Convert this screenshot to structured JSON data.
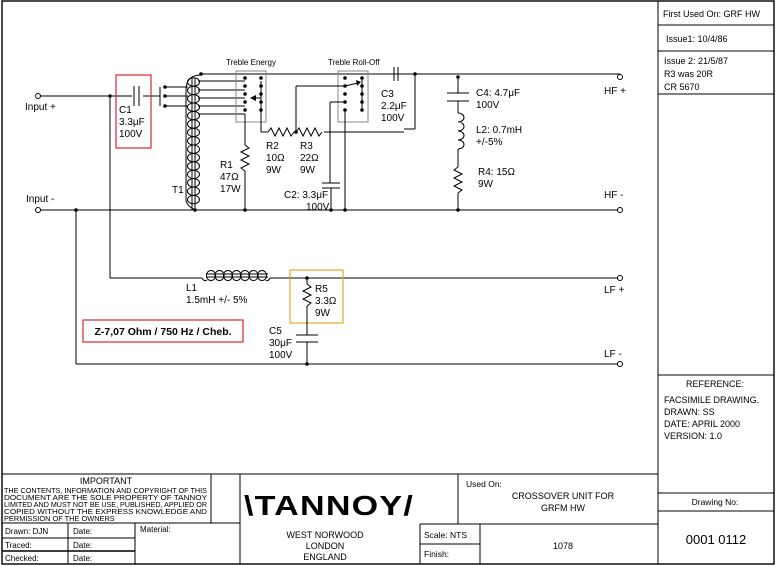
{
  "colors": {
    "highlight_red": "#d42a2a",
    "highlight_orange": "#e8a628",
    "switch_box": "#888888",
    "ink": "#000000"
  },
  "terminals": {
    "input_plus": "Input +",
    "input_minus": "Input -",
    "hf_plus": "HF +",
    "hf_minus": "HF -",
    "lf_plus": "LF +",
    "lf_minus": "LF -"
  },
  "switches": {
    "treble_energy": "Treble Energy",
    "treble_rolloff": "Treble Roll-Off"
  },
  "components": {
    "c1": [
      "C1",
      "3.3μF",
      "100V"
    ],
    "t1": "T1",
    "r1": [
      "R1",
      "47Ω",
      "17W"
    ],
    "r2": [
      "R2",
      "10Ω",
      "9W"
    ],
    "r3": [
      "R3",
      "22Ω",
      "9W"
    ],
    "c2": [
      "C2: 3.3μF",
      "100V"
    ],
    "c3": [
      "C3",
      "2.2μF",
      "100V"
    ],
    "c4": [
      "C4: 4.7μF",
      "100V"
    ],
    "l2": [
      "L2: 0.7mH",
      "+/-5%"
    ],
    "r4": [
      "R4: 15Ω",
      "9W"
    ],
    "l1": [
      "L1",
      "1.5mH +/- 5%"
    ],
    "r5": [
      "R5",
      "3.3Ω",
      "9W"
    ],
    "c5": [
      "C5",
      "30μF",
      "100V"
    ]
  },
  "annotation": "Z-7,07 Ohm / 750 Hz / Cheb.",
  "revision_block": {
    "first_used": "First Used On: GRF HW",
    "issue1": "Issue1:  10/4/86",
    "issue2": [
      "Issue 2: 21/5/87",
      "R3 was 20R",
      "CR  5670"
    ]
  },
  "reference_block": {
    "title": "REFERENCE:",
    "lines": [
      "FACSIMILE DRAWING.",
      "DRAWN: SS",
      "DATE: APRIL 2000",
      "VERSION: 1.0"
    ]
  },
  "title_block": {
    "important_title": "IMPORTANT",
    "important_text": [
      "THE CONTENTS, INFORMATION AND COPYRIGHT OF THIS",
      "DOCUMENT  ARE  THE  SOLE  PROPERTY  OF  TANNOY",
      "LIMITED AND MUST NOT BE USE, PUBLISHED, APPLIED OR",
      "COPIED   WITHOUT   THE   EXPRESS   KNOWLEDGE   AND",
      "PERMISSION OF THE OWNERS"
    ],
    "drawn": "Drawn: DJN",
    "traced": "Traced:",
    "checked": "Checked:",
    "date_label": "Date:",
    "material": "Material:",
    "logo": "\\TANNOY/",
    "address": [
      "WEST  NORWOOD",
      "LONDON",
      "ENGLAND"
    ],
    "used_on_label": "Used On:",
    "used_on": [
      "CROSSOVER UNIT FOR",
      "GRFM   HW"
    ],
    "scale": "Scale: NTS",
    "finish": "Finish:",
    "part_no": "1078",
    "drawing_no_label": "Drawing No:",
    "drawing_no": "0001 0112"
  }
}
